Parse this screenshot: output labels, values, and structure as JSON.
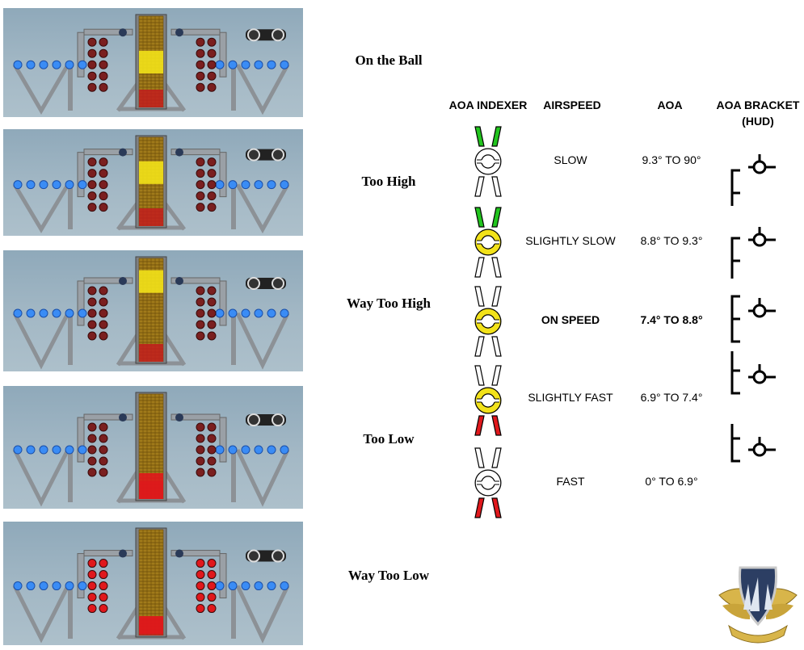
{
  "states": [
    {
      "label": "On the Ball",
      "meatball": "centered"
    },
    {
      "label": "Too High",
      "meatball": "high"
    },
    {
      "label": "Way Too High",
      "meatball": "way-high"
    },
    {
      "label": "Too Low",
      "meatball": "low"
    },
    {
      "label": "Way Too Low",
      "meatball": "way-low"
    }
  ],
  "table": {
    "headers": {
      "indexer": "AOA INDEXER",
      "airspeed": "AIRSPEED",
      "aoa": "AOA",
      "bracket_line1": "AOA BRACKET",
      "bracket_line2": "(HUD)"
    },
    "rows": [
      {
        "airspeed": "SLOW",
        "aoa": "9.3° TO 90°",
        "upper": "green",
        "donut": "white",
        "lower": "white",
        "bracket": "high"
      },
      {
        "airspeed": "SLIGHTLY SLOW",
        "aoa": "8.8° TO 9.3°",
        "upper": "green",
        "donut": "yellow",
        "lower": "white",
        "bracket": "slightly-high"
      },
      {
        "airspeed": "ON SPEED",
        "aoa": "7.4° TO 8.8°",
        "upper": "white",
        "donut": "yellow",
        "lower": "white",
        "bracket": "center",
        "emphasis": true
      },
      {
        "airspeed": "SLIGHTLY FAST",
        "aoa": "6.9° TO 7.4°",
        "upper": "white",
        "donut": "yellow",
        "lower": "red",
        "bracket": "slightly-low"
      },
      {
        "airspeed": "FAST",
        "aoa": "0° TO 6.9°",
        "upper": "white",
        "donut": "white",
        "lower": "red",
        "bracket": "low"
      }
    ]
  },
  "colors": {
    "green": "#22c51e",
    "yellow": "#f2e21a",
    "red": "#e0181c",
    "white": "#ffffff",
    "datum_blue": "#3a8cf5",
    "wave_off_red": "#7a1f1f"
  },
  "logo": {
    "description_icon": "winged-shield-emblem"
  }
}
